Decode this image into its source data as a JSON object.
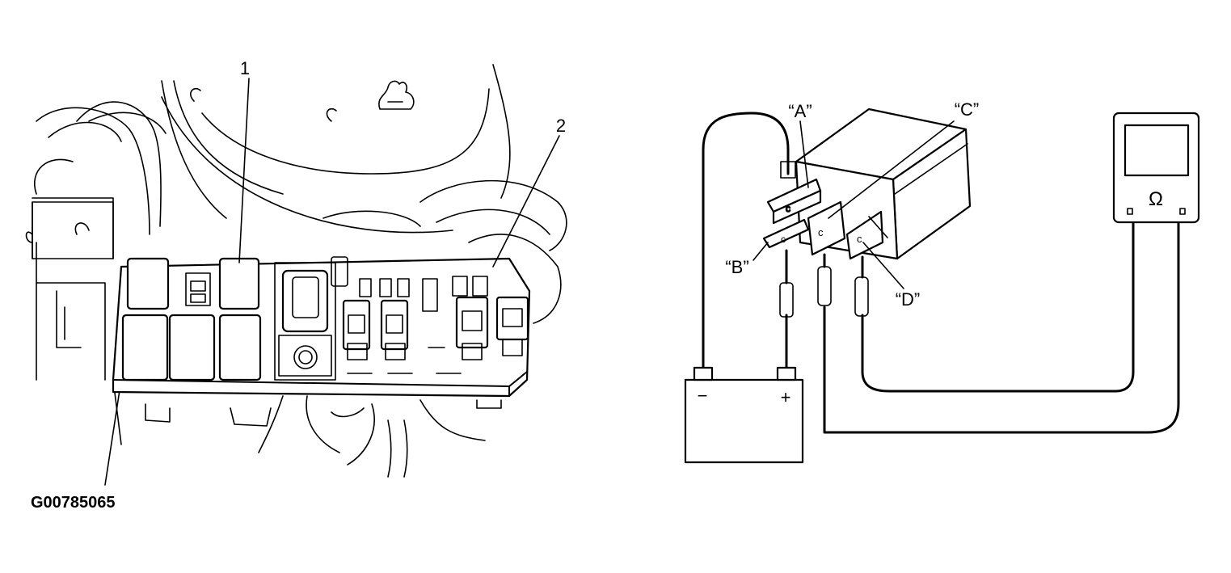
{
  "figure_code": "G00785065",
  "left_view": {
    "callouts": [
      "1",
      "2"
    ]
  },
  "right_view": {
    "relay_terminals": [
      "“A”",
      "“B”",
      "“C”",
      "“D”"
    ],
    "battery": {
      "negative": "−",
      "positive": "+"
    },
    "ohmmeter_symbol": "Ω"
  },
  "icons": [
    "relay-icon",
    "battery-icon",
    "ohmmeter-icon",
    "fuse-box-icon"
  ]
}
